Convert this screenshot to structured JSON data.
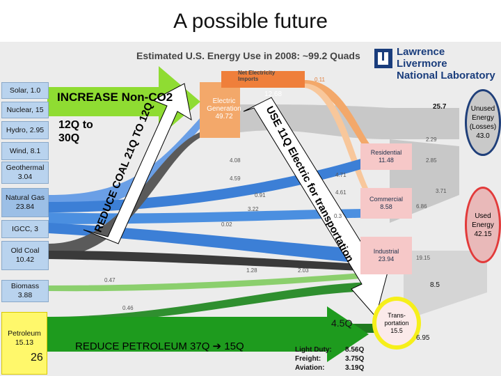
{
  "title": "A possible future",
  "subtitle": "Estimated U.S. Energy Use in 2008: ~99.2 Quads",
  "logo": {
    "line1": "Lawrence Livermore",
    "line2": "National Laboratory"
  },
  "sources": [
    {
      "label": "Solar, 1.0"
    },
    {
      "label": "Nuclear, 15"
    },
    {
      "label": "Hydro, 2.95"
    },
    {
      "label": "Wind, 8.1"
    },
    {
      "label": "Geothermal\n3.04"
    },
    {
      "label": "Natural Gas\n23.84"
    },
    {
      "label": "IGCC, 3"
    },
    {
      "label": "Old Coal\n10.42"
    },
    {
      "label": "Biomass\n3.88"
    },
    {
      "label": "Petroleum\n15.13"
    }
  ],
  "net_import": "Net Electricity\nImports",
  "net_import_value": "0.11",
  "electric_gen": "Electric\nGeneration\n49.72",
  "electric_out": "12.68",
  "sectors": {
    "residential": "Residential\n11.48",
    "commercial": "Commercial\n8.58",
    "industrial": "Industrial\n23.94",
    "transportation": "Trans-\nportation\n15.5"
  },
  "unused": "Unused\nEnergy\n(Losses)\n43.0",
  "unused_value": "25.7",
  "used": "Used\nEnergy\n42.15",
  "values": {
    "v_285": "2.85",
    "v_229": "2.29",
    "v_371": "3.71",
    "v_686": "6.86",
    "v_1915": "19.15",
    "v_85": "8.5",
    "v_695": "6.95",
    "v_408": "4.08",
    "v_459": "4.59",
    "v_091": "0.91",
    "v_322": "3.22",
    "v_002": "0.02",
    "v_128": "1.28",
    "v_203": "2.03",
    "v_047": "0.47",
    "v_046": "0.46",
    "v_471": "4.71",
    "v_461": "4.61",
    "v_03": "0.3"
  },
  "annotations": {
    "increase": "INCREASE Non-CO2",
    "q12": "12Q to\n30Q",
    "reduce_coal": "REDUCE COAL 21Q TO 12Q",
    "use_electric": "USE 11Q Electric for transportation",
    "reduce_petroleum": "REDUCE PETROLEUM 37Q",
    "reduce_petroleum_target": "15Q",
    "q45": "4.5Q"
  },
  "transport_breakdown": {
    "labels": [
      "Light Duty:",
      "Freight:",
      "Aviation:"
    ],
    "values": [
      "8.56Q",
      "3.75Q",
      "3.19Q"
    ]
  },
  "page_number": "26",
  "colors": {
    "electric": "#f3a86a",
    "electric_dark": "#ef7f3b",
    "gas": "#3c7fd6",
    "coal": "#4a4a4a",
    "petroleum": "#2f8f2f",
    "biomass": "#8bcf6d",
    "losses": "#c8c8c8",
    "arrow_green": "#8fdc32",
    "ring_yellow": "#f6ef1a",
    "ring_red": "#e23a3a"
  }
}
